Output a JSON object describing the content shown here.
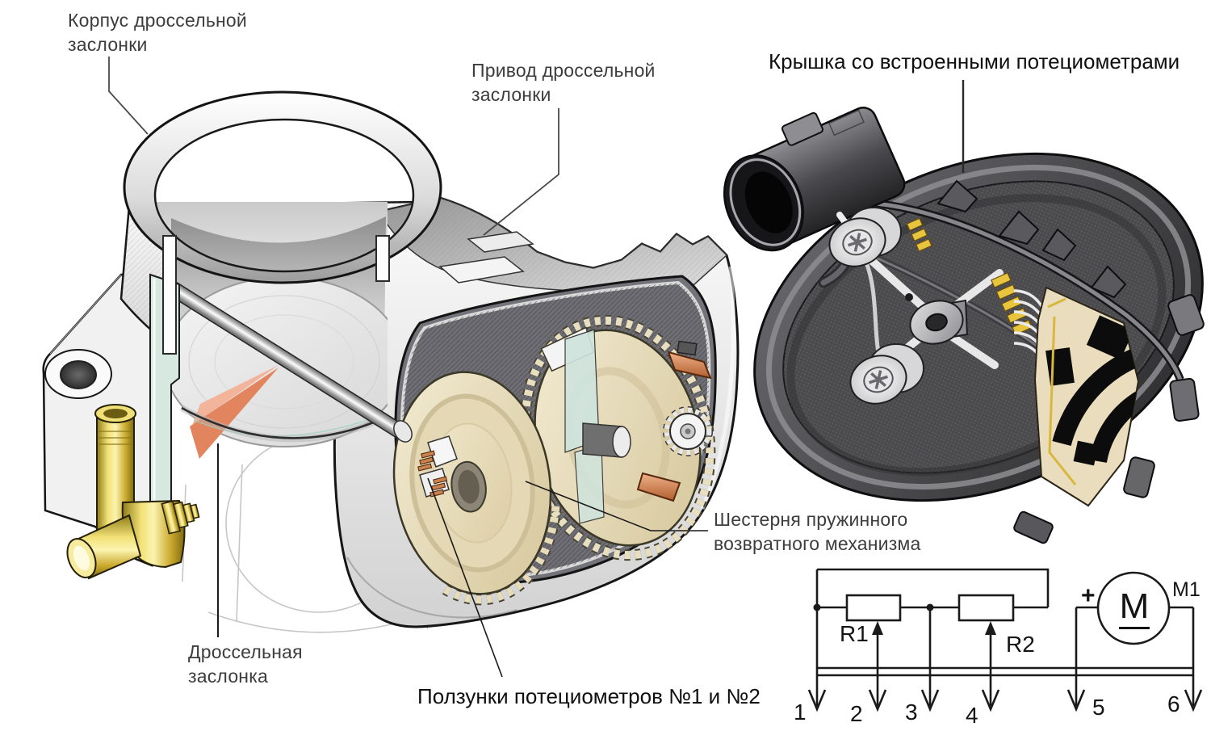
{
  "figure": {
    "type": "technical-cutaway-diagram",
    "language": "ru"
  },
  "callouts": {
    "throttle_body": "Корпус дроссельной\nзаслонки",
    "throttle_drive": "Привод дроссельной\nзаслонки",
    "cover": "Крышка со встроенными потециометрами",
    "return_spring_gear": "Шестерня пружинного\nвозвратного механизма",
    "throttle_valve": "Дроссельная\nзаслонка",
    "potentiometer_wipers": "Ползунки потециометров №1 и №2"
  },
  "schematic": {
    "resistor_1": "R1",
    "resistor_2": "R2",
    "motor_symbol": "M",
    "motor_designation": "M1",
    "polarity_plus": "+",
    "terminals": [
      "1",
      "2",
      "3",
      "4",
      "5",
      "6"
    ]
  },
  "colors": {
    "label_soft": "#3d3d3d",
    "label_hard": "#0f0f0f",
    "schematic_line": "#1a1a1a",
    "brass_fitting": "#e8d25e",
    "copper_contact": "#cd8050",
    "gear_cream": "#e9dfc0",
    "seal_teal": "#d2e5de",
    "throttle_plate_orange": "#e2845e",
    "cover_charcoal": "#46464a",
    "board_cream": "#e9ddbe",
    "gold_trace": "#e8c43f"
  }
}
